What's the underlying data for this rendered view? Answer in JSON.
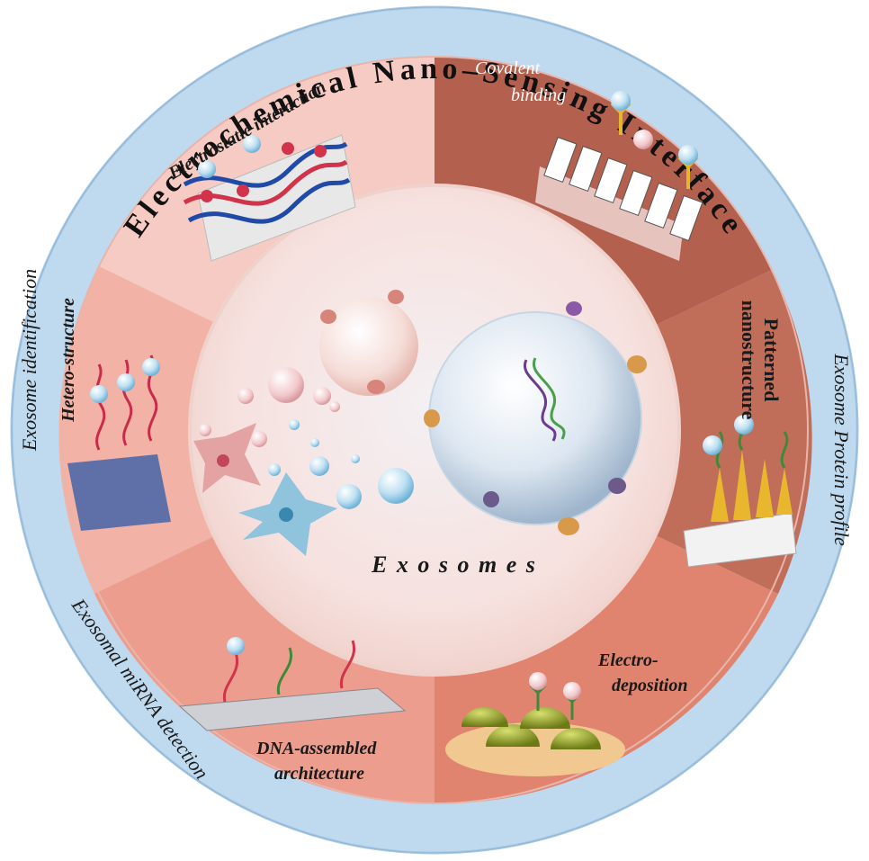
{
  "ring": {
    "top_title": "Electrochemical Nano–Sensing Interface",
    "left_label": "Exosome identification",
    "right_label": "Exosome Protein profile",
    "bottom_left_label": "Exosomal miRNA detection"
  },
  "segments": {
    "electrostatic": "Electrostatic interaction",
    "covalent_1": "Covalent",
    "covalent_2": "binding",
    "patterned_1": "Patterned",
    "patterned_2": "nanostructure",
    "electro_1": "Electro-",
    "electro_2": "deposition",
    "dna_1": "DNA-assembled",
    "dna_2": "architecture",
    "hetero": "Hetero-structure"
  },
  "center": {
    "title": "E x o s o m e s"
  },
  "colors": {
    "outer_ring": "#bfd9ee",
    "seg_light": "#f6c9c2",
    "seg_mid": "#ec9f91",
    "seg_dark": "#b8614f",
    "seg_orange": "#e0846f",
    "center": "#fbe9e6"
  }
}
